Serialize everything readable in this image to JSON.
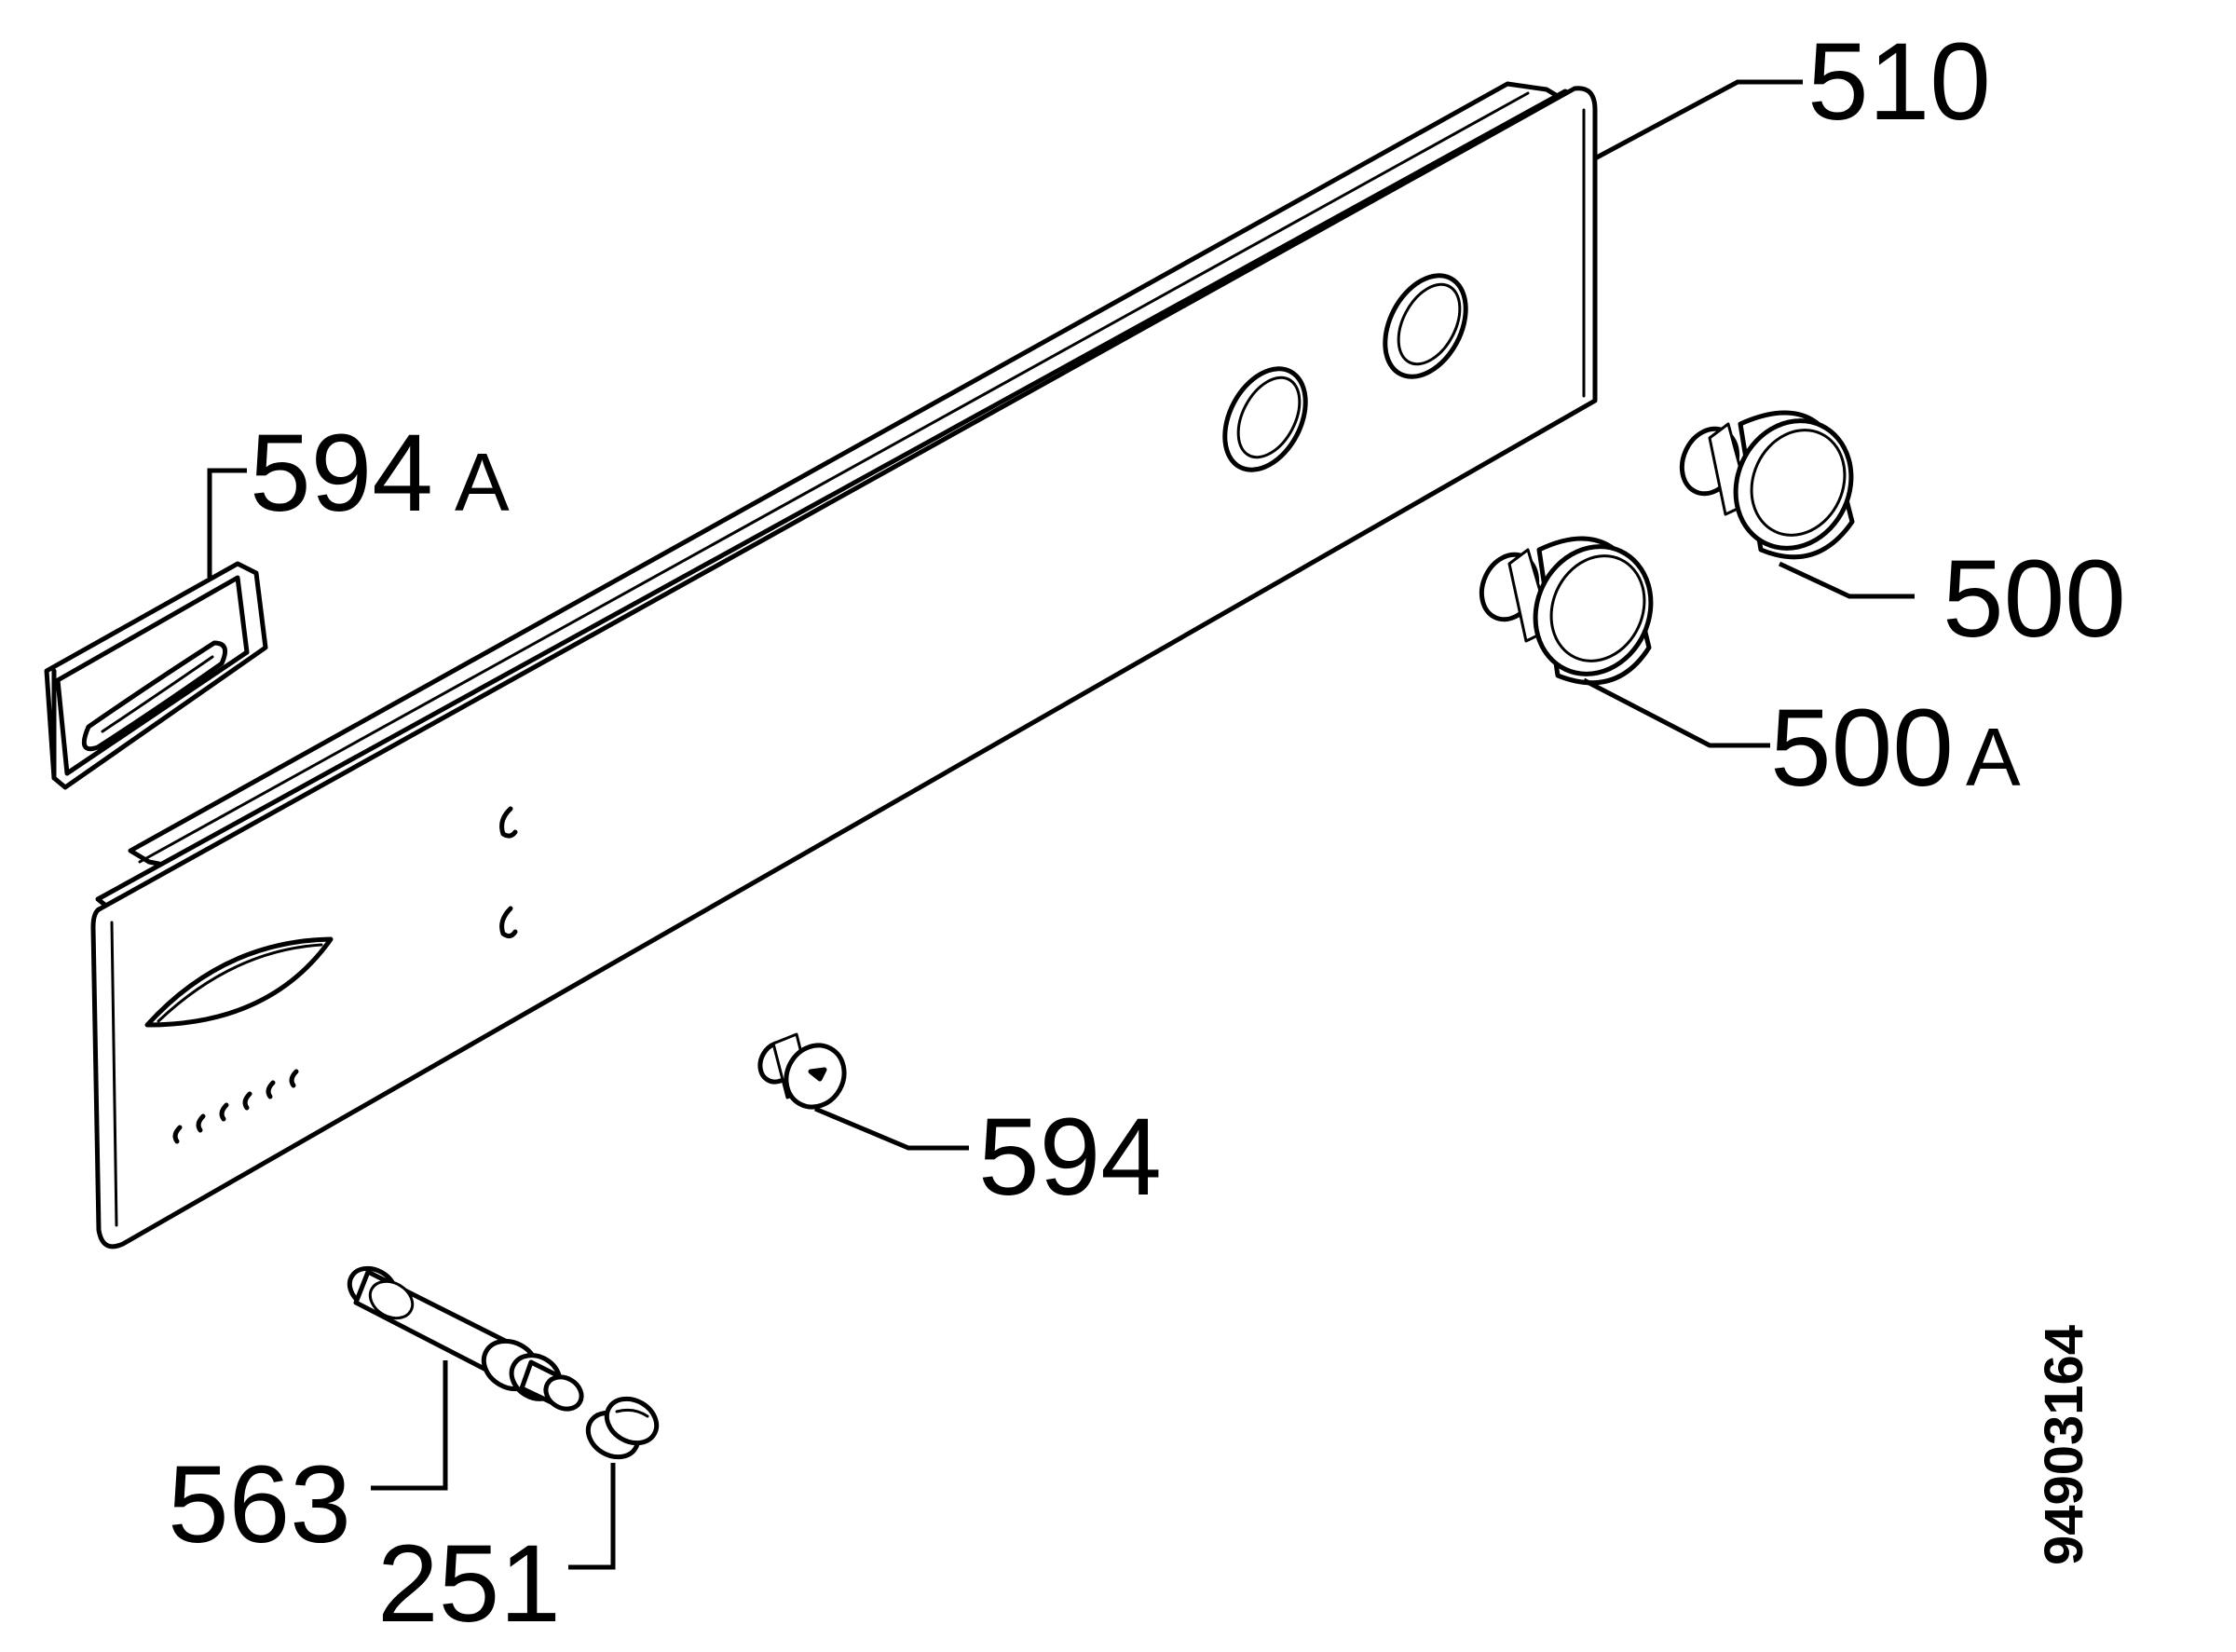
{
  "diagram": {
    "type": "exploded-parts-diagram",
    "document_number": "94903164",
    "callouts": [
      {
        "id": "510",
        "number": "510",
        "suffix": "",
        "part": "control-panel"
      },
      {
        "id": "594a",
        "number": "594",
        "suffix": "A",
        "part": "panel-bracket"
      },
      {
        "id": "500",
        "number": "500",
        "suffix": "",
        "part": "control-knob"
      },
      {
        "id": "500a",
        "number": "500",
        "suffix": "A",
        "part": "control-knob"
      },
      {
        "id": "594",
        "number": "594",
        "suffix": "",
        "part": "indicator-lamp"
      },
      {
        "id": "563",
        "number": "563",
        "suffix": "",
        "part": "spindle-shaft"
      },
      {
        "id": "251",
        "number": "251",
        "suffix": "",
        "part": "screw"
      }
    ]
  }
}
